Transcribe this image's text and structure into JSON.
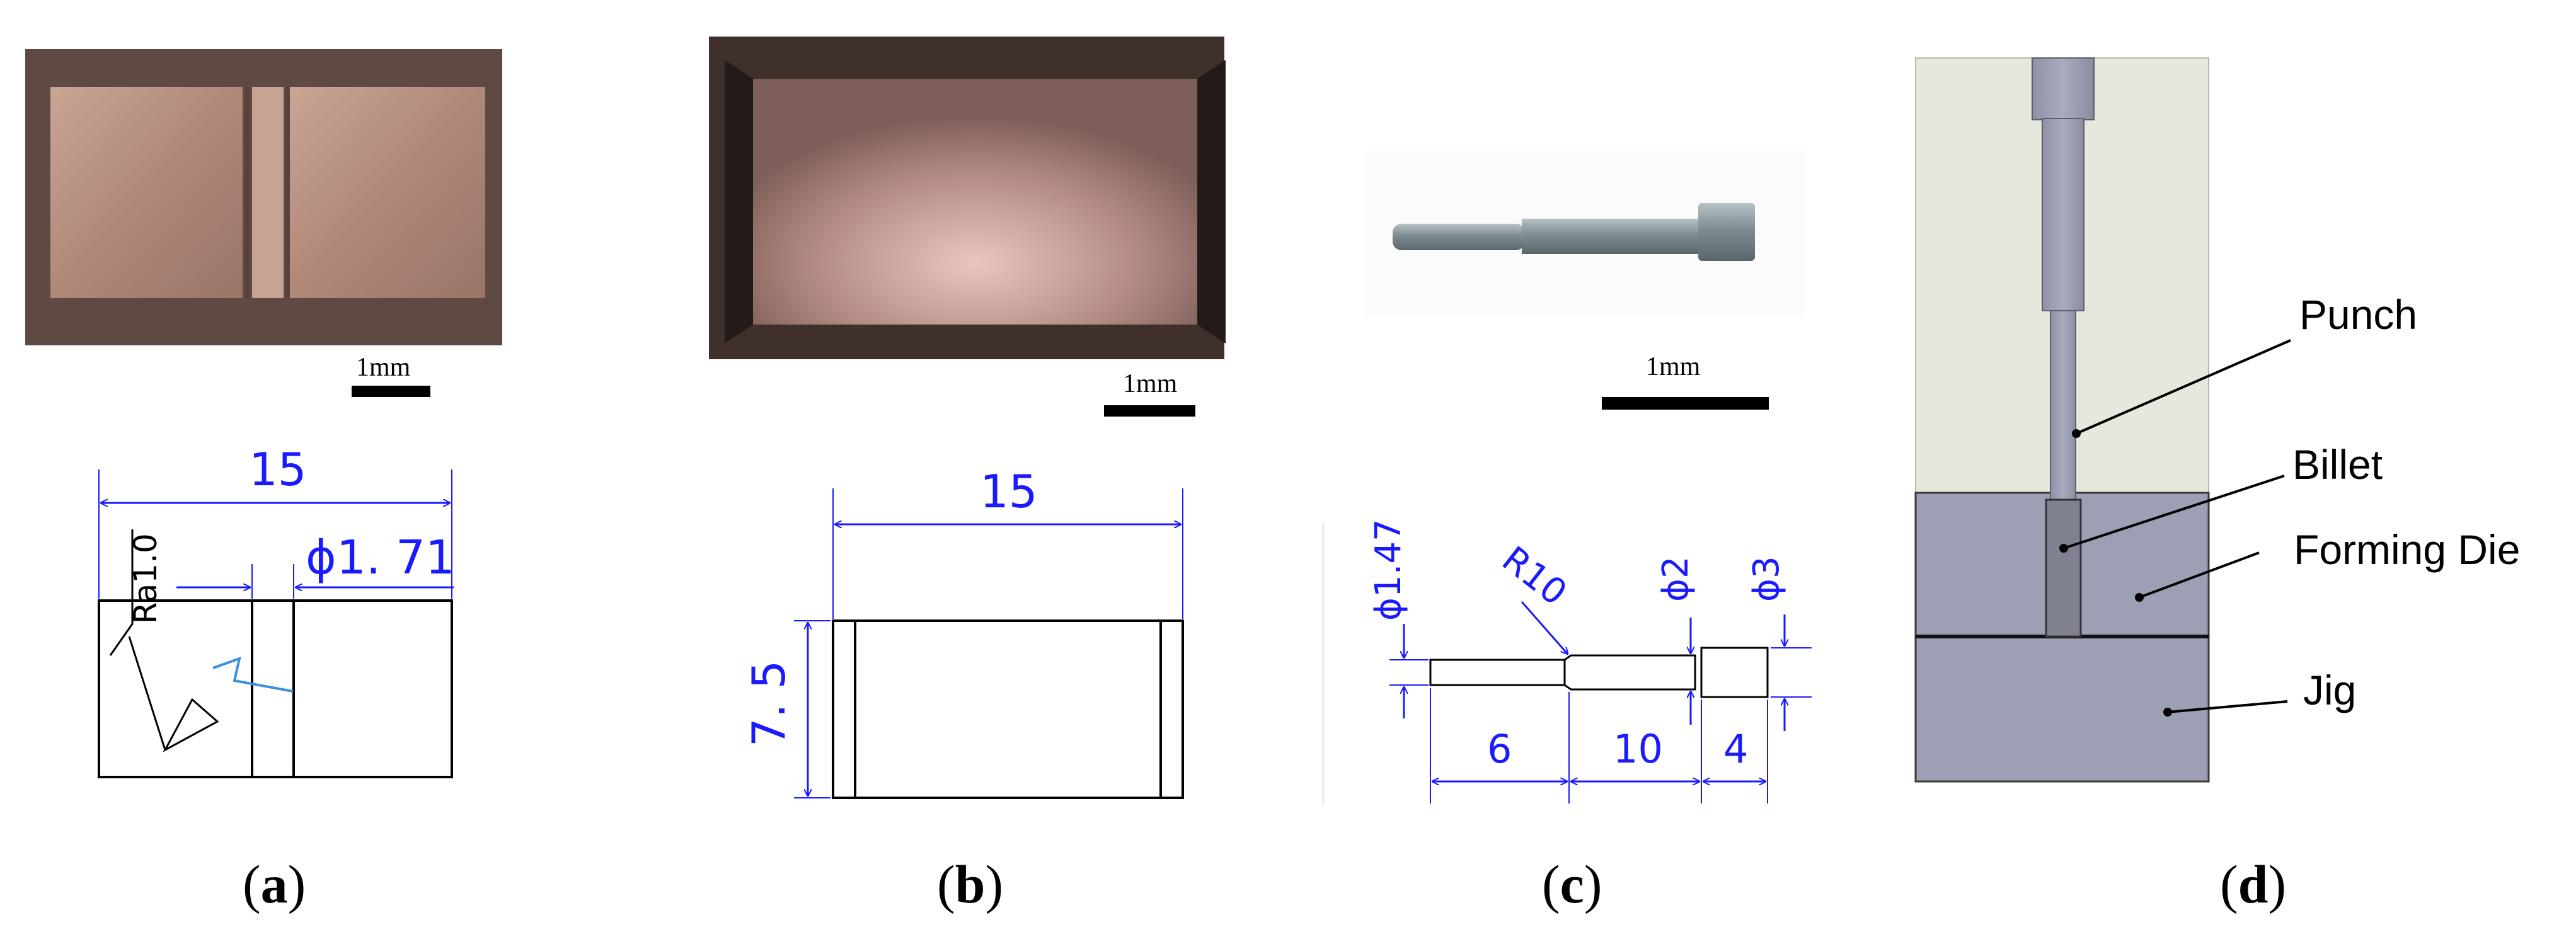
{
  "panels": {
    "a": {
      "caption_open": "(",
      "caption_letter": "a",
      "caption_close": ")",
      "scale_label": "1mm",
      "dim_width": "15",
      "dim_groove": "ϕ1. 71",
      "roughness": "Ra1.0"
    },
    "b": {
      "caption_open": "(",
      "caption_letter": "b",
      "caption_close": ")",
      "scale_label": "1mm",
      "dim_width": "15",
      "dim_height": "7. 5"
    },
    "c": {
      "caption_open": "(",
      "caption_letter": "c",
      "caption_close": ")",
      "scale_label": "1mm",
      "dim_tip_dia": "ϕ1.47",
      "dim_radius": "R10",
      "dim_shank_dia": "ϕ2",
      "dim_head_dia": "ϕ3",
      "dim_len_1": "6",
      "dim_len_2": "10",
      "dim_len_3": "4"
    },
    "d": {
      "caption_open": "(",
      "caption_letter": "d",
      "caption_close": ")",
      "label_punch": "Punch",
      "label_billet": "Billet",
      "label_forming_die": "Forming Die",
      "label_jig": "Jig"
    }
  },
  "colors": {
    "dimension": "#1a1aff",
    "die_gray": "#9d9fb4",
    "background_panel": "#e6e7dd",
    "copper": "#b48c7a"
  }
}
